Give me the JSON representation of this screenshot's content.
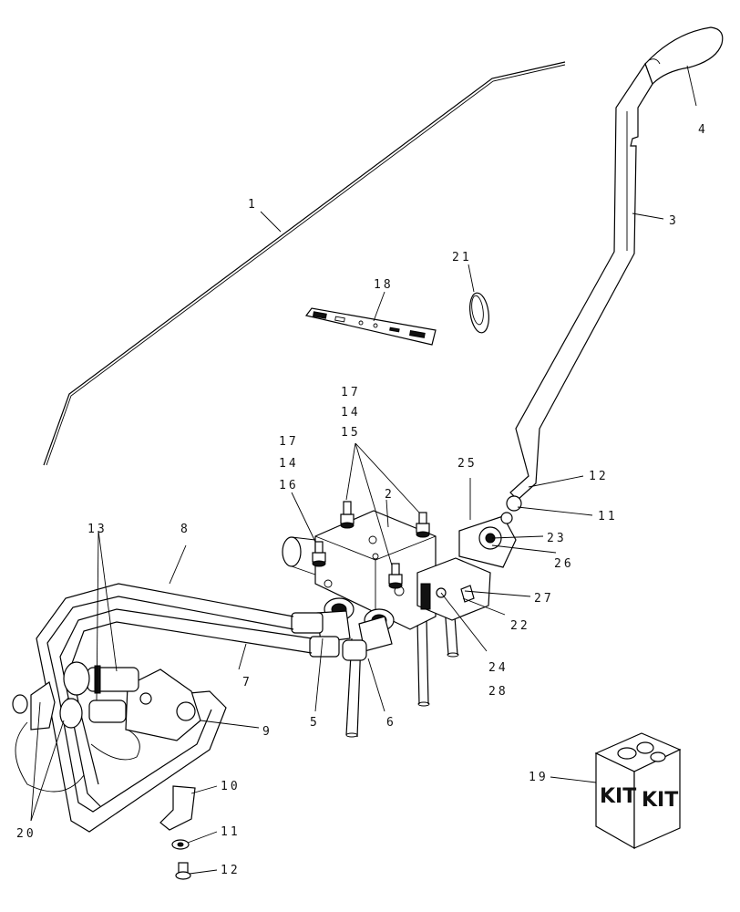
{
  "diagram": {
    "callouts": {
      "c1": "1",
      "c2": "2",
      "c3": "3",
      "c4": "4",
      "c5": "5",
      "c6": "6",
      "c7": "7",
      "c8": "8",
      "c9": "9",
      "c10": "10",
      "c11a": "11",
      "c11b": "11",
      "c12a": "12",
      "c12b": "12",
      "c13": "13",
      "c14a": "14",
      "c14b": "14",
      "c15": "15",
      "c16": "16",
      "c17a": "17",
      "c17b": "17",
      "c18": "18",
      "c19": "19",
      "c20": "20",
      "c21": "21",
      "c22": "22",
      "c23": "23",
      "c24": "24",
      "c25": "25",
      "c26": "26",
      "c27": "27",
      "c28": "28"
    },
    "kit_box": {
      "left_label": "KIT",
      "right_label": "KIT"
    }
  }
}
